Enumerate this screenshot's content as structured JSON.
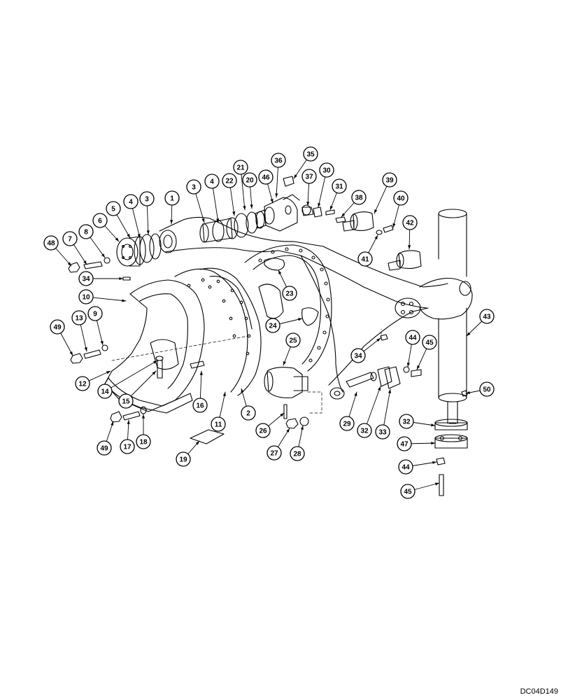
{
  "figure": {
    "code": "DC04D149"
  },
  "callouts": [
    {
      "id": "c1",
      "label": "1"
    },
    {
      "id": "c2",
      "label": "2"
    },
    {
      "id": "c3a",
      "label": "3"
    },
    {
      "id": "c3b",
      "label": "3"
    },
    {
      "id": "c4a",
      "label": "4"
    },
    {
      "id": "c4b",
      "label": "4"
    },
    {
      "id": "c5",
      "label": "5"
    },
    {
      "id": "c6",
      "label": "6"
    },
    {
      "id": "c7",
      "label": "7"
    },
    {
      "id": "c8",
      "label": "8"
    },
    {
      "id": "c9",
      "label": "9"
    },
    {
      "id": "c10",
      "label": "10"
    },
    {
      "id": "c11",
      "label": "11"
    },
    {
      "id": "c12",
      "label": "12"
    },
    {
      "id": "c13",
      "label": "13"
    },
    {
      "id": "c14",
      "label": "14"
    },
    {
      "id": "c15",
      "label": "15"
    },
    {
      "id": "c16",
      "label": "16"
    },
    {
      "id": "c17",
      "label": "17"
    },
    {
      "id": "c18",
      "label": "18"
    },
    {
      "id": "c19",
      "label": "19"
    },
    {
      "id": "c20",
      "label": "20"
    },
    {
      "id": "c21",
      "label": "21"
    },
    {
      "id": "c22",
      "label": "22"
    },
    {
      "id": "c23",
      "label": "23"
    },
    {
      "id": "c24",
      "label": "24"
    },
    {
      "id": "c25",
      "label": "25"
    },
    {
      "id": "c26",
      "label": "26"
    },
    {
      "id": "c27",
      "label": "27"
    },
    {
      "id": "c28",
      "label": "28"
    },
    {
      "id": "c29",
      "label": "29"
    },
    {
      "id": "c30",
      "label": "30"
    },
    {
      "id": "c31",
      "label": "31"
    },
    {
      "id": "c32a",
      "label": "32"
    },
    {
      "id": "c32b",
      "label": "32"
    },
    {
      "id": "c33",
      "label": "33"
    },
    {
      "id": "c34a",
      "label": "34"
    },
    {
      "id": "c34b",
      "label": "34"
    },
    {
      "id": "c35",
      "label": "35"
    },
    {
      "id": "c36",
      "label": "36"
    },
    {
      "id": "c37",
      "label": "37"
    },
    {
      "id": "c38",
      "label": "38"
    },
    {
      "id": "c39",
      "label": "39"
    },
    {
      "id": "c40",
      "label": "40"
    },
    {
      "id": "c41",
      "label": "41"
    },
    {
      "id": "c42",
      "label": "42"
    },
    {
      "id": "c43",
      "label": "43"
    },
    {
      "id": "c44a",
      "label": "44"
    },
    {
      "id": "c44b",
      "label": "44"
    },
    {
      "id": "c45a",
      "label": "45"
    },
    {
      "id": "c45b",
      "label": "45"
    },
    {
      "id": "c46",
      "label": "46"
    },
    {
      "id": "c47",
      "label": "47"
    },
    {
      "id": "c48",
      "label": "48"
    },
    {
      "id": "c49a",
      "label": "49"
    },
    {
      "id": "c49b",
      "label": "49"
    },
    {
      "id": "c50",
      "label": "50"
    }
  ]
}
